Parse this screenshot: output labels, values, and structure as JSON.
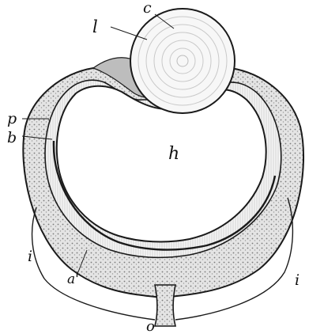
{
  "figure": {
    "labels": {
      "c": "c",
      "l": "l",
      "p": "p",
      "b": "b",
      "h": "h",
      "i_left": "i",
      "i_right": "i",
      "a_prime": "a'",
      "o": "o"
    },
    "colors": {
      "ink": "#1a1a1a",
      "paper": "#ffffff",
      "tissue": "#c9c9c9",
      "tissue_dark": "#8e8e8e"
    }
  }
}
